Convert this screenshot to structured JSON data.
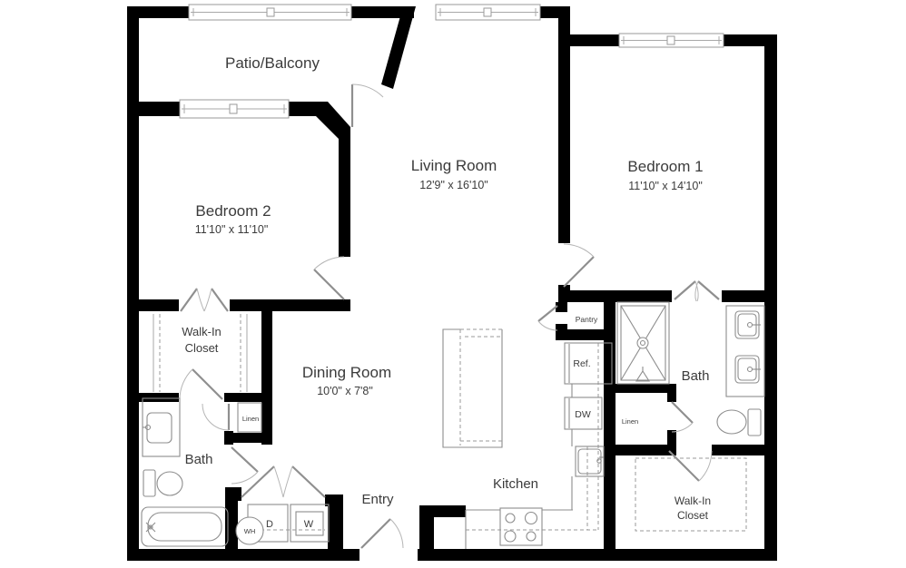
{
  "rooms": {
    "patio": {
      "name": "Patio/Balcony"
    },
    "living": {
      "name": "Living Room",
      "dims": "12'9\" x 16'10\""
    },
    "bedroom1": {
      "name": "Bedroom 1",
      "dims": "11'10\" x 14'10\""
    },
    "bedroom2": {
      "name": "Bedroom 2",
      "dims": "11'10\" x 11'10\""
    },
    "dining": {
      "name": "Dining Room",
      "dims": "10'0\" x 7'8\""
    },
    "kitchen": {
      "name": "Kitchen"
    },
    "entry": {
      "name": "Entry"
    },
    "bath_left": {
      "name": "Bath"
    },
    "bath_right": {
      "name": "Bath"
    },
    "walkin_left": {
      "line1": "Walk-In",
      "line2": "Closet"
    },
    "walkin_right": {
      "line1": "Walk-In",
      "line2": "Closet"
    },
    "pantry": {
      "name": "Pantry"
    },
    "linen_left": {
      "name": "Linen"
    },
    "linen_right": {
      "name": "Linen"
    }
  },
  "appliances": {
    "refrigerator": "Ref.",
    "dishwasher": "DW",
    "water_heater": "WH",
    "dryer": "D",
    "washer": "W"
  },
  "colors": {
    "wall": "#000000",
    "fixture_line": "#8d8d8d",
    "text": "#3b3b3b",
    "background": "#ffffff"
  }
}
